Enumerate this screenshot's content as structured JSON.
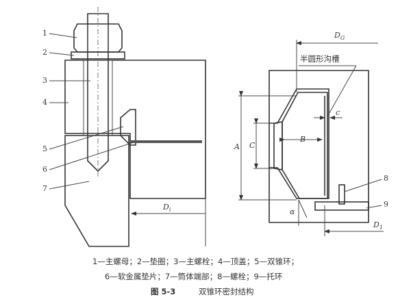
{
  "left_figure": {
    "callouts": [
      "1",
      "2",
      "3",
      "4",
      "5",
      "6",
      "7"
    ],
    "dim_inner_diameter": "D",
    "dim_inner_diameter_sub": "i"
  },
  "right_figure": {
    "dim_gasket_diameter": "D",
    "dim_gasket_diameter_sub": "G",
    "groove_label": "半圆形沟槽",
    "dim_A": "A",
    "dim_B": "B",
    "dim_C": "C",
    "dim_c": "c",
    "angle_alpha": "α",
    "callouts": [
      "8",
      "9"
    ],
    "dim_D1": "D",
    "dim_D1_sub": "1"
  },
  "caption": {
    "legend_line1": "1—主螺母；2—垫圈；3—主螺栓；4—顶盖；5—双锥环；",
    "legend_line2": "6—软金属垫片；7—筒体端部；8—螺栓；9—托环",
    "figure_number": "图 5-3",
    "figure_title": "双锥环密封结构"
  }
}
